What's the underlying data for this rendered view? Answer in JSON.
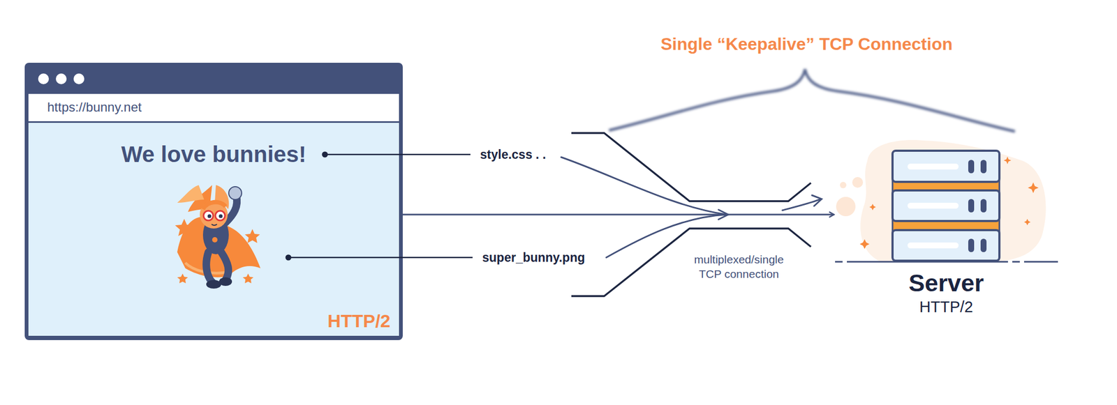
{
  "diagram": {
    "nodes": [
      {
        "text": [
          "https://bunny.net",
          "We love bunnies!",
          "HTTP/2"
        ]
      },
      {
        "text": [
          "Server",
          "HTTP/2"
        ]
      }
    ],
    "edges": [
      {
        "from": 0,
        "to": 1,
        "arrow": "to"
      }
    ],
    "labels": [
      "Single “Keepalive” TCP Connection",
      "style.css . .",
      "super_bunny.png",
      "multiplexed/single TCP connection"
    ]
  }
}
